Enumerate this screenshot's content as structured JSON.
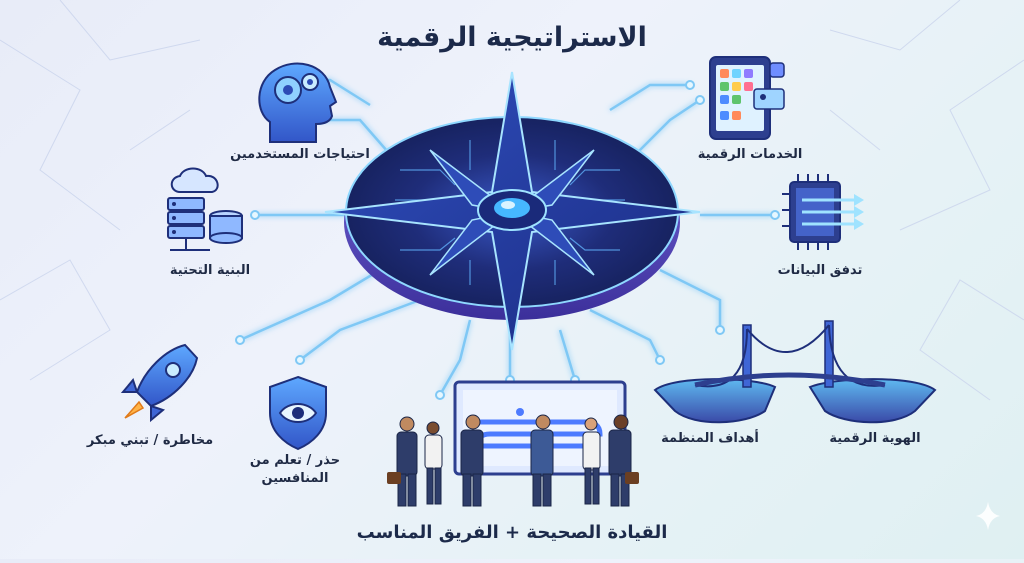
{
  "diagram": {
    "title": "الاستراتيجية الرقمية",
    "nodes": {
      "user_needs": {
        "label": "احتياجات المستخدمين",
        "icon": "head-gears-icon"
      },
      "infrastructure": {
        "label": "البنية التحتية",
        "icon": "cloud-server-icon"
      },
      "risk": {
        "label": "مخاطرة / تبني مبكر",
        "icon": "rocket-icon"
      },
      "competitors": {
        "label_line1": "حذر / تعلم من",
        "label_line2": "المنافسين",
        "icon": "shield-eye-icon"
      },
      "digital_services": {
        "label": "الخدمات الرقمية",
        "icon": "tablet-apps-icon"
      },
      "data_flow": {
        "label": "تدفق البيانات",
        "icon": "chip-arrows-icon"
      },
      "org_goals": {
        "label": "أهداف المنظمة",
        "icon": "bridge-icon"
      },
      "digital_identity": {
        "label": "الهوية الرقمية",
        "icon": "island-icon"
      }
    },
    "center": {
      "icon": "compass-star-icon"
    },
    "leadership": {
      "caption": "القيادة الصحيحة + الفريق المناسب",
      "icon": "team-board-icon"
    }
  },
  "colors": {
    "background": "#eef2fb",
    "accent": "#6fd3ff",
    "compass_dark": "#1d2a6b",
    "compass_purple": "#5b4bc4",
    "text": "#1f2a44"
  }
}
